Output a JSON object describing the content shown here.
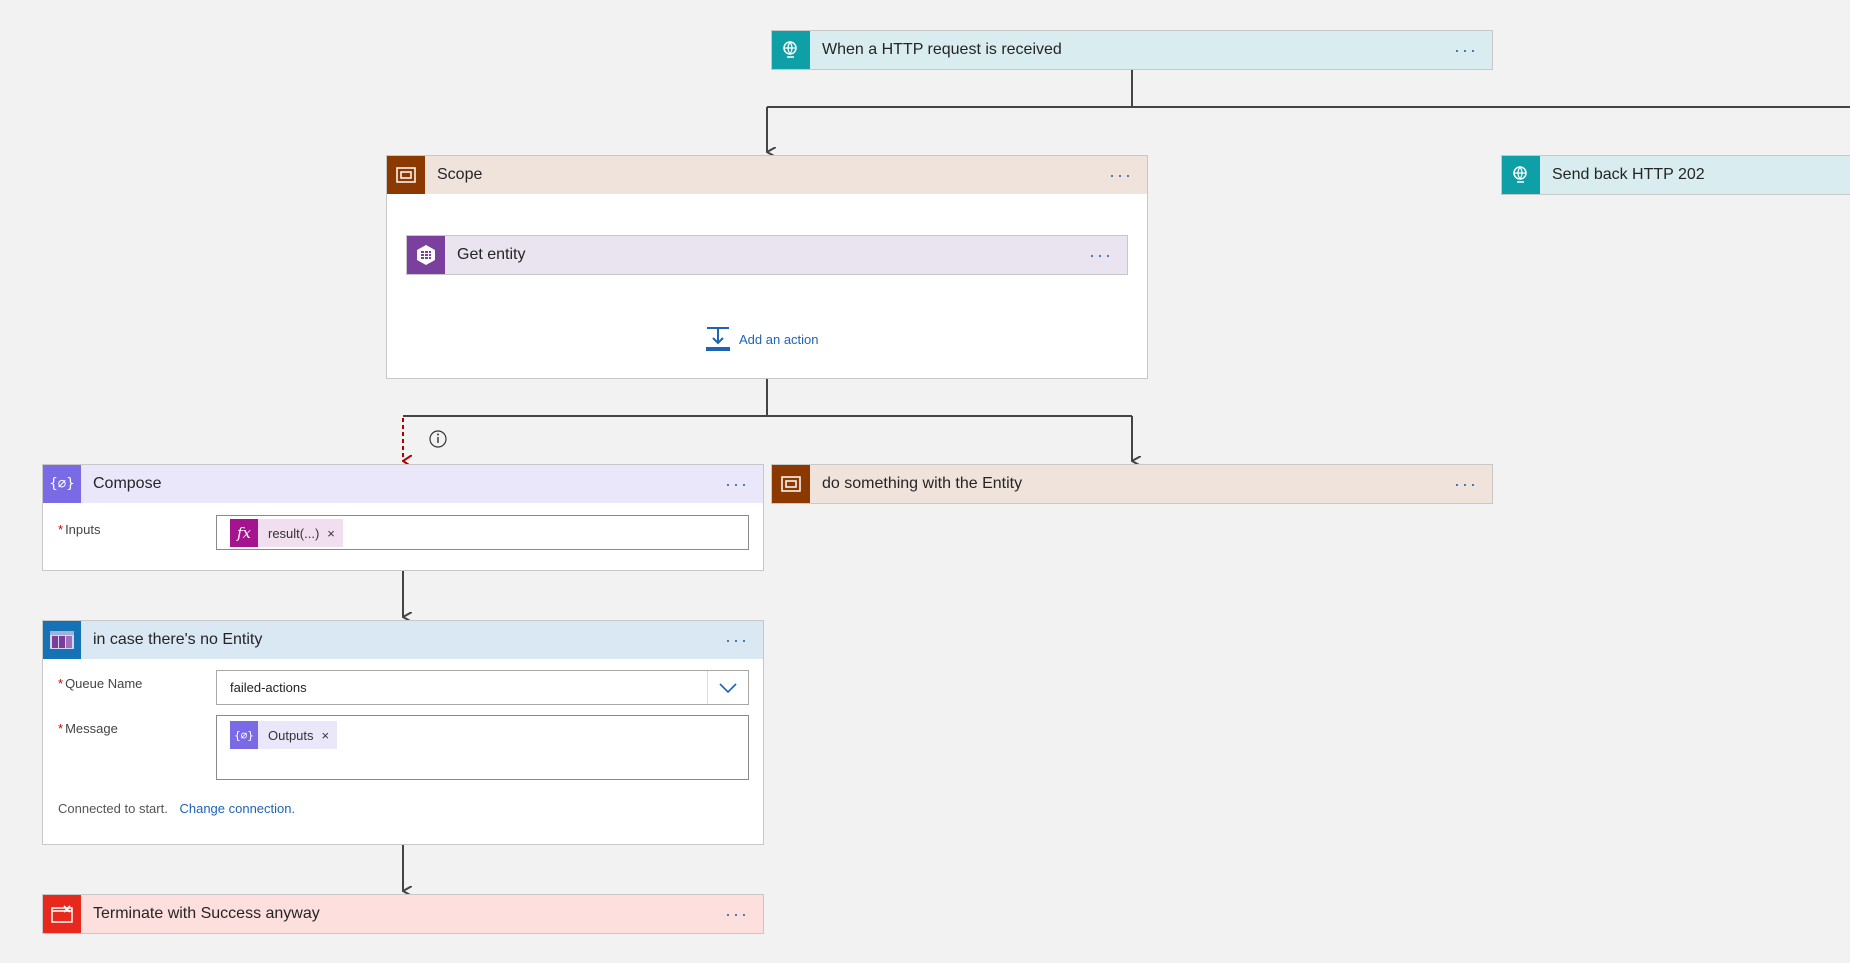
{
  "trigger": {
    "title": "When a HTTP request is received",
    "more": "···"
  },
  "scope": {
    "title": "Scope",
    "more": "···",
    "inner_action": {
      "title": "Get entity",
      "more": "···"
    },
    "add_action_label": "Add an action"
  },
  "send_back": {
    "title": "Send back HTTP 202"
  },
  "compose": {
    "title": "Compose",
    "more": "···",
    "inputs_label": "Inputs",
    "inputs_token": "result(...)",
    "token_remove": "×",
    "fx_label": "fx"
  },
  "do_something": {
    "title": "do something with the Entity",
    "more": "···"
  },
  "queue": {
    "title": "in case there's no Entity",
    "more": "···",
    "queue_name_label": "Queue Name",
    "queue_name_value": "failed-actions",
    "message_label": "Message",
    "message_token": "Outputs",
    "token_remove": "×",
    "connected_text": "Connected to start.",
    "change_connection": "Change connection."
  },
  "terminate": {
    "title": "Terminate with Success anyway",
    "more": "···"
  },
  "colors": {
    "http": "#0f9fa6",
    "http_bg": "#d9edf0",
    "scope": "#8c3900",
    "scope_bg": "#efe3dc",
    "table": "#7b3f9d",
    "table_bg": "#eae3f0",
    "compose": "#7a6ae6",
    "compose_bg": "#ebe7fa",
    "queue": "#1672b6",
    "queue_bg": "#d9e8f3",
    "terminate": "#e8281c",
    "terminate_bg": "#fde0dd",
    "fx": "#a5138f",
    "arrow_failed": "#b00000"
  }
}
